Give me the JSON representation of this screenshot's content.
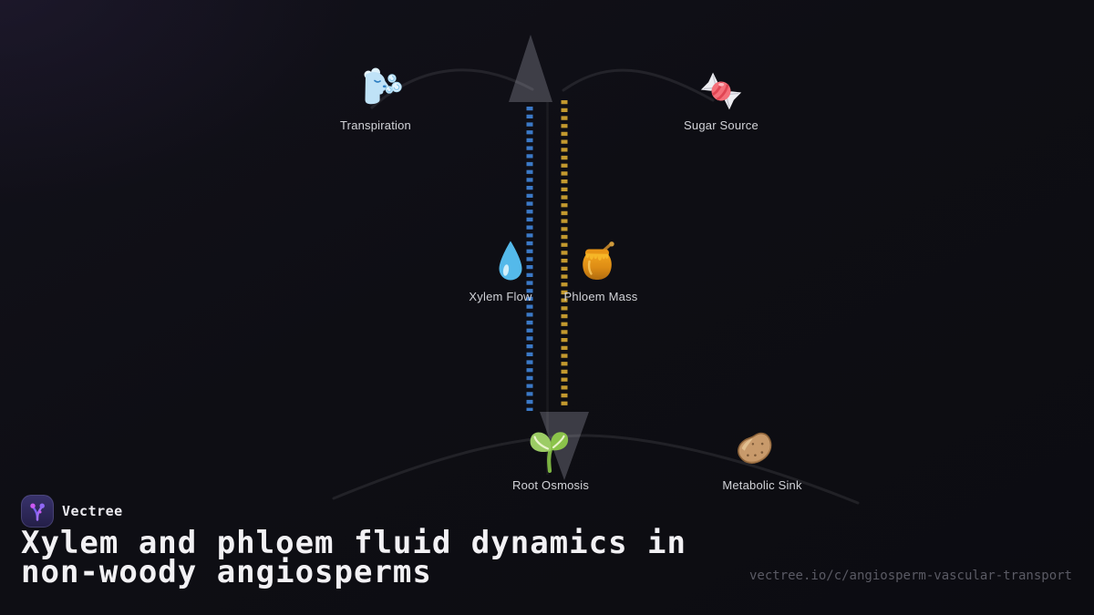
{
  "brand": {
    "name": "Vectree",
    "logo_icon": "vectree-branch-icon"
  },
  "title": "Xylem and phloem fluid dynamics in non-woody angiosperms",
  "share_url": "vectree.io/c/angiosperm-vascular-transport",
  "diagram": {
    "flows": [
      {
        "name": "Xylem",
        "direction": "up",
        "line_style": "dashed",
        "color": "#3b79c7"
      },
      {
        "name": "Phloem",
        "direction": "down",
        "line_style": "dashed",
        "color": "#c3992e"
      }
    ],
    "arrow_color": "#45454b",
    "nodes": [
      {
        "label": "Transpiration",
        "icon": "wind-face-icon"
      },
      {
        "label": "Sugar Source",
        "icon": "candy-icon"
      },
      {
        "label": "Xylem Flow",
        "icon": "droplet-icon"
      },
      {
        "label": "Phloem Mass",
        "icon": "honey-pot-icon"
      },
      {
        "label": "Root Osmosis",
        "icon": "seedling-icon"
      },
      {
        "label": "Metabolic Sink",
        "icon": "potato-icon"
      }
    ]
  }
}
